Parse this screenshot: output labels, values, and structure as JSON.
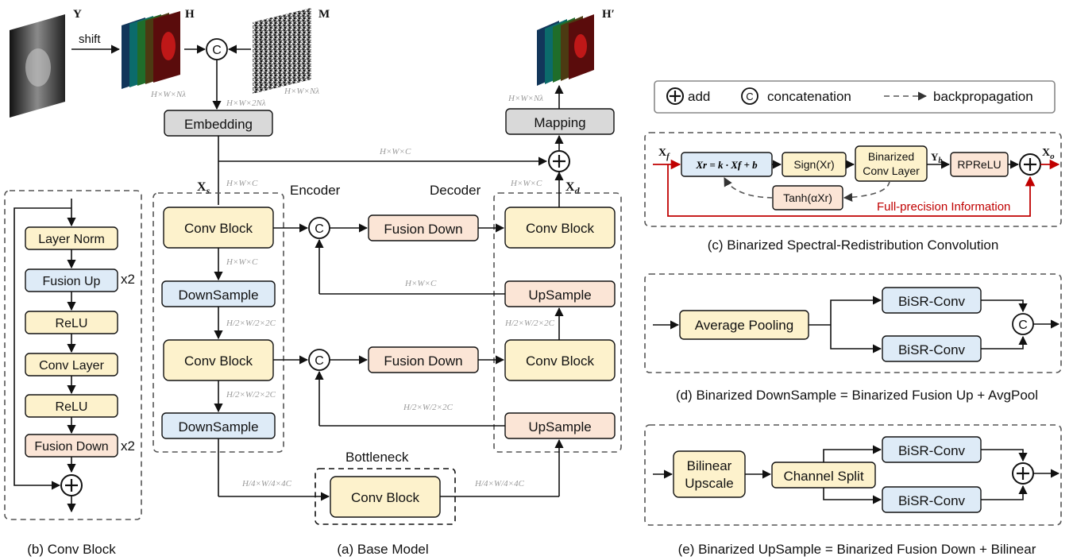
{
  "colors": {
    "yellow": "#fdf2cc",
    "blue": "#deebf7",
    "pink": "#fbe5d6",
    "gray": "#d9d9d9",
    "red": "#c00000",
    "dim_text": "#9a9a9a"
  },
  "base_model": {
    "caption": "(a) Base Model",
    "inputs": {
      "Y": "Y",
      "H": "H",
      "M": "M",
      "H_out": "H′",
      "shift": "shift"
    },
    "concat_symbol": "C",
    "add_symbol": "+",
    "embedding": "Embedding",
    "mapping": "Mapping",
    "encoder": "Encoder",
    "decoder": "Decoder",
    "bottleneck": "Bottleneck",
    "xs": "X",
    "xs_sub": "s",
    "xd": "X",
    "xd_sub": "d",
    "enc_conv1": "Conv Block",
    "enc_down1": "DownSample",
    "enc_conv2": "Conv Block",
    "enc_down2": "DownSample",
    "bottleneck_conv": "Conv Block",
    "fusion_down_1": "Fusion Down",
    "fusion_down_2": "Fusion Down",
    "dec_conv1": "Conv Block",
    "dec_up1": "UpSample",
    "dec_conv2": "Conv Block",
    "dec_up2": "UpSample",
    "dims": {
      "h_in": "H×W×Nλ",
      "m_in": "H×W×Nλ",
      "concat": "H×W×2Nλ",
      "skip_top": "H×W×C",
      "xs": "H×W×C",
      "xd": "H×W×C",
      "mapping_out": "H×W×Nλ",
      "enc1": "H×W×C",
      "skip1": "H×W×C",
      "down1": "H/2×W/2×2C",
      "down2": "H/2×W/2×2C",
      "skip2": "H/2×W/2×2C",
      "up1": "H/2×W/2×2C",
      "bneck_in": "H/4×W/4×4C",
      "bneck_out": "H/4×W/4×4C"
    }
  },
  "conv_block": {
    "caption": "(b) Conv Block",
    "layers": [
      "Layer Norm",
      "Fusion Up",
      "ReLU",
      "Conv Layer",
      "ReLU",
      "Fusion Down"
    ],
    "repeat_fusion_up": "x2",
    "repeat_fusion_down": "x2"
  },
  "legend": {
    "add": "add",
    "concat": "concatenation",
    "backprop": "backpropagation"
  },
  "bisr": {
    "caption": "(c) Binarized Spectral-Redistribution Convolution",
    "xf": "X",
    "xf_sub": "f",
    "formula": "Xr = k · Xf + b",
    "sign": "Sign(Xr)",
    "binarized_conv_line1": "Binarized",
    "binarized_conv_line2": "Conv Layer",
    "yb": "Y",
    "yb_sub": "b",
    "rprelu": "RPReLU",
    "tanh": "Tanh(αXr)",
    "xo": "X",
    "xo_sub": "o",
    "full_precision": "Full-precision Information"
  },
  "downsample": {
    "caption": "(d) Binarized DownSample = Binarized Fusion Up + AvgPool",
    "pool": "Average Pooling",
    "conv_top": "BiSR-Conv",
    "conv_bottom": "BiSR-Conv"
  },
  "upsample": {
    "caption": "(e) Binarized UpSample = Binarized Fusion Down + Bilinear",
    "bilinear_line1": "Bilinear",
    "bilinear_line2": "Upscale",
    "split": "Channel Split",
    "conv_top": "BiSR-Conv",
    "conv_bottom": "BiSR-Conv"
  }
}
